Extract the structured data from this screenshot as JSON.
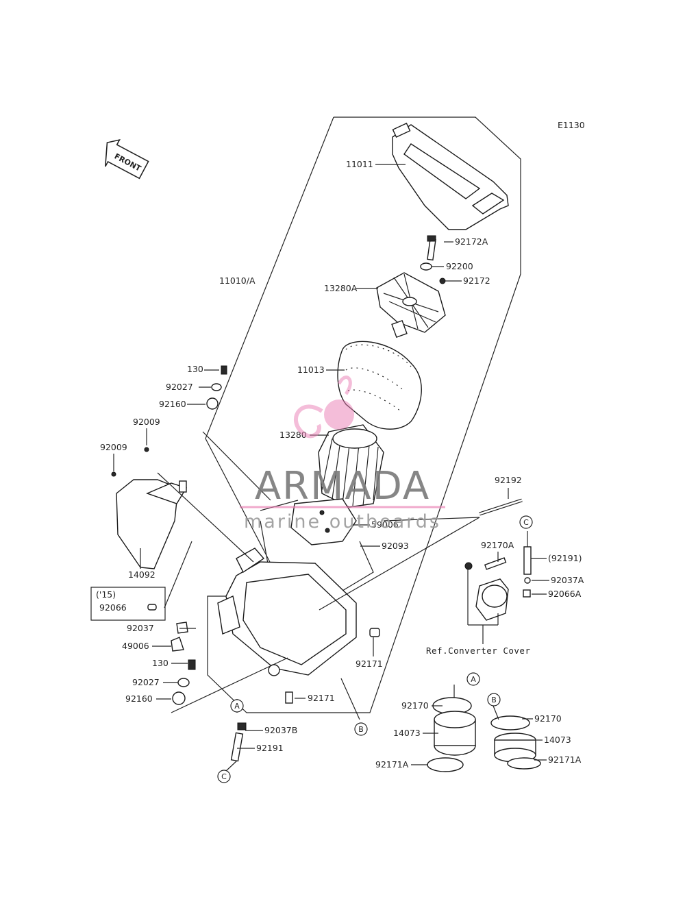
{
  "diagram_code": "E1130",
  "front_label": "FRONT",
  "watermark": {
    "brand": "ARMADA",
    "tagline": "marine outboards",
    "brand_color": "#e87ab0",
    "text_color": "#7a7a7a"
  },
  "year_note": "('15)",
  "reference_note": "Ref.Converter Cover",
  "callouts": {
    "A": "A",
    "B": "B",
    "C": "C"
  },
  "parts": {
    "p11011": "11011",
    "p92172A": "92172A",
    "p92200": "92200",
    "p92172": "92172",
    "p13280A": "13280A",
    "p11010A": "11010/A",
    "p11013": "11013",
    "p13280": "13280",
    "p130_top": "130",
    "p92027_top": "92027",
    "p92160_top": "92160",
    "p92009_a": "92009",
    "p92009_b": "92009",
    "p14092": "14092",
    "p92066": "92066",
    "p92037": "92037",
    "p49006": "49006",
    "p130_bot": "130",
    "p92027_bot": "92027",
    "p92160_bot": "92160",
    "p59006": "59006",
    "p92093": "92093",
    "p92192": "92192",
    "p92170A": "92170A",
    "p92191_ref": "(92191)",
    "p92037A": "92037A",
    "p92066A": "92066A",
    "p92171_right": "92171",
    "p92171_low": "92171",
    "p92037B": "92037B",
    "p92191": "92191",
    "p92170_left": "92170",
    "p92170_right": "92170",
    "p14073_left": "14073",
    "p14073_right": "14073",
    "p92171A_left": "92171A",
    "p92171A_right": "92171A"
  }
}
